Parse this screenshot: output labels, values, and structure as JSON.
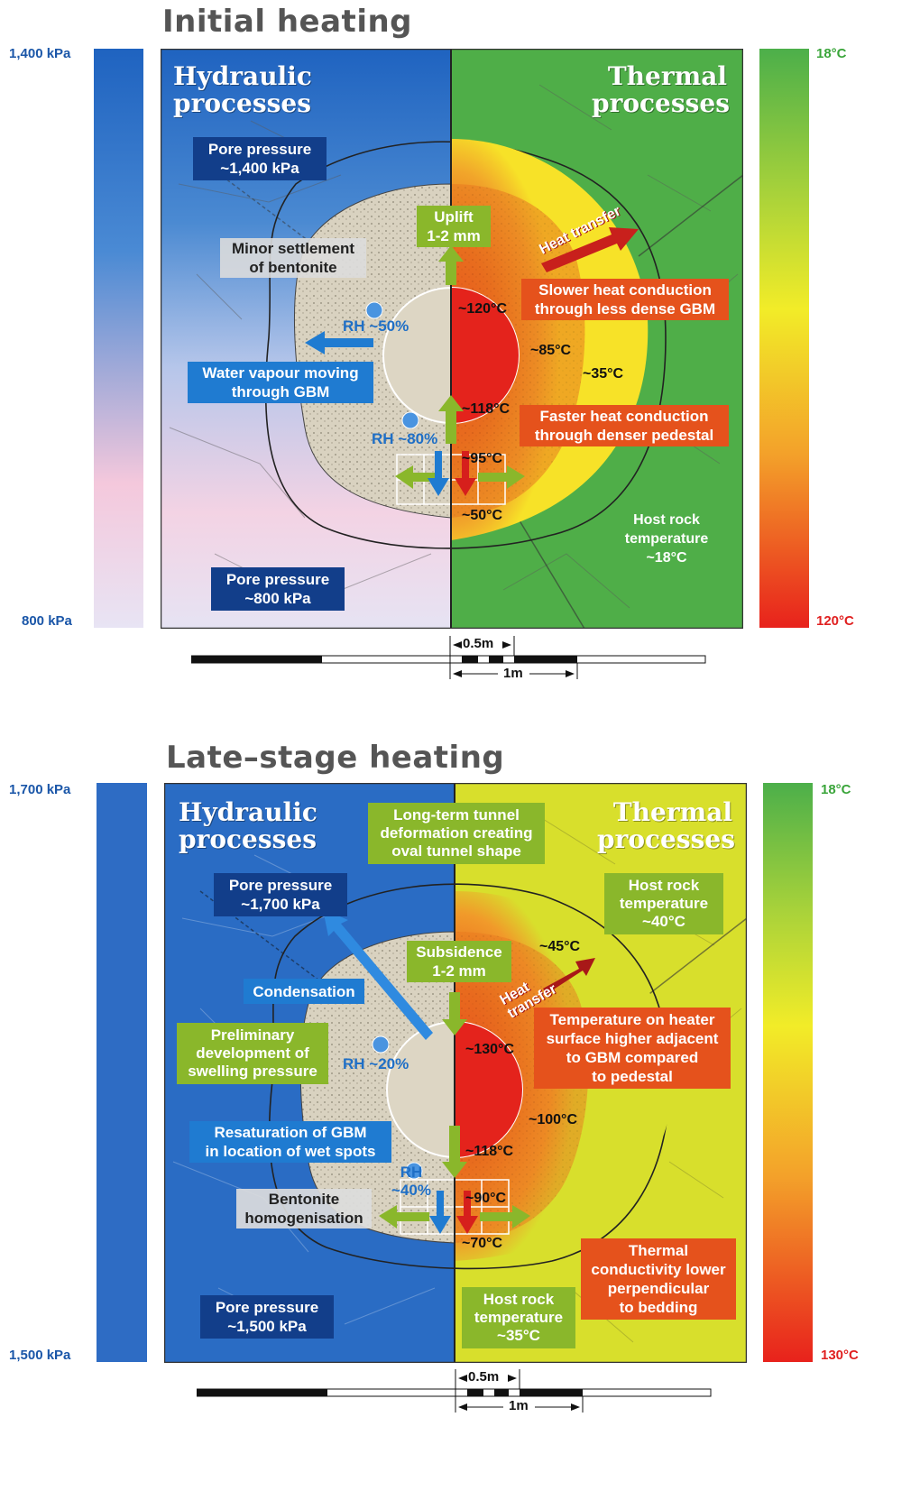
{
  "panels": [
    {
      "title": "Initial heating",
      "left_scale": {
        "top": "1,400 kPa",
        "bottom": "800 kPa"
      },
      "right_scale": {
        "top": "18°C",
        "bottom": "120°C"
      },
      "hydraulic_heading": [
        "Hydraulic",
        "processes"
      ],
      "thermal_heading": [
        "Thermal",
        "processes"
      ],
      "pore_top": [
        "Pore pressure",
        "~1,400 kPa"
      ],
      "pore_bottom": [
        "Pore pressure",
        "~800 kPa"
      ],
      "minor_settlement": [
        "Minor settlement",
        "of bentonite"
      ],
      "uplift": [
        "Uplift",
        "1-2 mm"
      ],
      "heat_transfer": "Heat transfer",
      "slower": [
        "Slower heat conduction",
        "through less dense GBM"
      ],
      "faster": [
        "Faster heat conduction",
        "through denser pedestal"
      ],
      "water_vapour": [
        "Water vapour moving",
        "through GBM"
      ],
      "rh1": "RH ~50%",
      "rh2": "RH ~80%",
      "temps": {
        "t120": "~120°C",
        "t85": "~85°C",
        "t35": "~35°C",
        "t118": "~118°C",
        "t95": "~95°C",
        "t50": "~50°C"
      },
      "host_rock": [
        "Host rock",
        "temperature",
        "~18°C"
      ],
      "scale_half": "0.5m",
      "scale_one": "1m"
    },
    {
      "title": "Late–stage heating",
      "left_scale": {
        "top": "1,700 kPa",
        "bottom": "1,500 kPa"
      },
      "right_scale": {
        "top": "18°C",
        "bottom": "130°C"
      },
      "hydraulic_heading": [
        "Hydraulic",
        "processes"
      ],
      "thermal_heading": [
        "Thermal",
        "processes"
      ],
      "long_term": [
        "Long-term tunnel",
        "deformation creating",
        "oval tunnel shape"
      ],
      "pore_top": [
        "Pore pressure",
        "~1,700 kPa"
      ],
      "pore_bottom": [
        "Pore pressure",
        "~1,500 kPa"
      ],
      "host_rock_top": [
        "Host rock",
        "temperature",
        "~40°C"
      ],
      "subsidence": [
        "Subsidence",
        "1-2 mm"
      ],
      "condensation": "Condensation",
      "heat_transfer": [
        "Heat",
        "transfer"
      ],
      "temp_heater": [
        "Temperature on heater",
        "surface higher adjacent",
        "to GBM compared",
        "to pedestal"
      ],
      "preliminary": [
        "Preliminary",
        "development of",
        "swelling pressure"
      ],
      "resaturation": [
        "Resaturation of GBM",
        "in location of wet spots"
      ],
      "bentonite": [
        "Bentonite",
        "homogenisation"
      ],
      "rh1": "RH ~20%",
      "rh2": [
        "RH",
        "~40%"
      ],
      "temps": {
        "t45": "~45°C",
        "t130": "~130°C",
        "t100": "~100°C",
        "t118": "~118°C",
        "t90": "~90°C",
        "t70": "~70°C"
      },
      "thermal_cond": [
        "Thermal",
        "conductivity lower",
        "perpendicular",
        "to bedding"
      ],
      "host_rock_bottom": [
        "Host rock",
        "temperature",
        "~35°C"
      ],
      "scale_half": "0.5m",
      "scale_one": "1m"
    }
  ],
  "colors": {
    "hydraulic_blue": "#2a6cc4",
    "thermal_green": "#4fae48",
    "thermal_yellow": "#d8df2c",
    "hot_red": "#e5221c",
    "navy_box": "#123e8a"
  }
}
